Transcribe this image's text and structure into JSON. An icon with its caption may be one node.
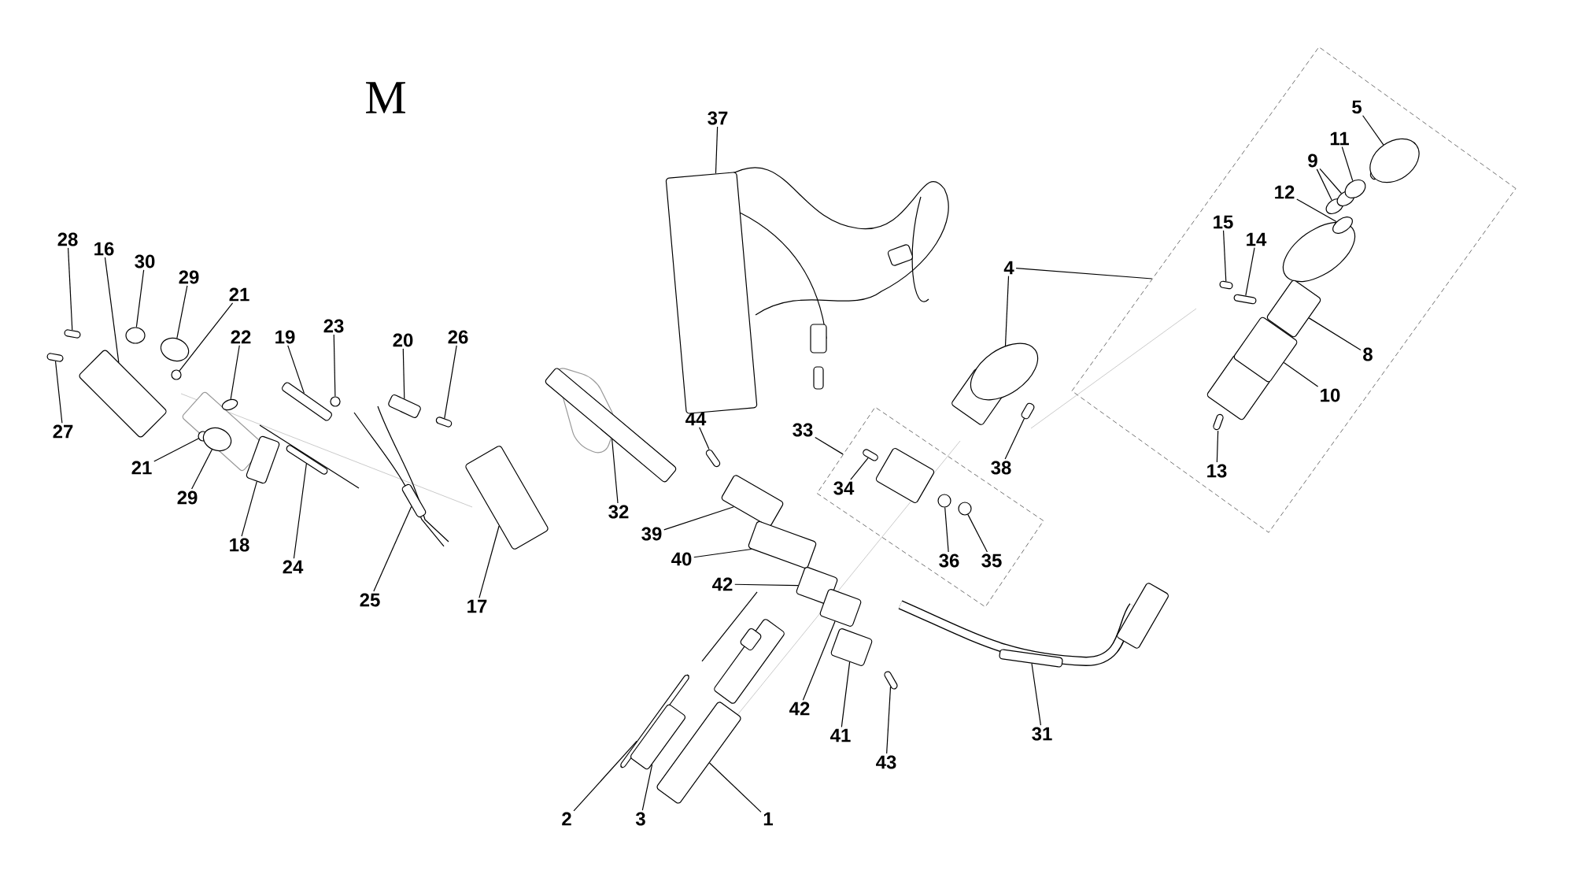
{
  "diagram": {
    "nodes": [
      {
        "text": [],
        "shape": "box"
      },
      {
        "text": [
          "5"
        ],
        "in": 0
      },
      {
        "text": [
          "11"
        ],
        "in": 0
      },
      {
        "text": [
          "9"
        ],
        "in": 0
      },
      {
        "text": [
          "12"
        ],
        "in": 0
      },
      {
        "text": [
          "15"
        ],
        "in": 0
      },
      {
        "text": [
          "14"
        ],
        "in": 0
      },
      {
        "text": [
          "8"
        ],
        "in": 0
      },
      {
        "text": [
          "10"
        ],
        "in": 0
      },
      {
        "text": [
          "13"
        ],
        "in": 0
      },
      {
        "text": [
          "37"
        ]
      },
      {
        "text": [
          "28"
        ]
      },
      {
        "text": [
          "16"
        ]
      },
      {
        "text": [
          "30"
        ]
      },
      {
        "text": [
          "29"
        ]
      },
      {
        "text": [
          "21"
        ]
      },
      {
        "text": [
          "4"
        ]
      },
      {
        "text": [
          "19"
        ]
      },
      {
        "text": [
          "23"
        ]
      },
      {
        "text": [
          "22"
        ]
      },
      {
        "text": [
          "20"
        ]
      },
      {
        "text": [
          "26"
        ]
      },
      {
        "text": [
          "27"
        ]
      },
      {
        "text": [],
        "shape": "box"
      },
      {
        "text": [
          "33"
        ]
      },
      {
        "text": [
          "34"
        ],
        "in": 23
      },
      {
        "text": [
          "36"
        ],
        "in": 23
      },
      {
        "text": [
          "35"
        ],
        "in": 23
      },
      {
        "text": [
          "44"
        ]
      },
      {
        "text": [
          "38"
        ]
      },
      {
        "text": [
          "21"
        ]
      },
      {
        "text": [
          "29"
        ]
      },
      {
        "text": [
          "18"
        ]
      },
      {
        "text": [
          "24"
        ]
      },
      {
        "text": [
          "32"
        ]
      },
      {
        "text": [
          "39"
        ]
      },
      {
        "text": [
          "40"
        ]
      },
      {
        "text": [
          "25"
        ]
      },
      {
        "text": [
          "17"
        ]
      },
      {
        "text": [
          "42"
        ]
      },
      {
        "text": [
          "42"
        ]
      },
      {
        "text": [
          "41"
        ]
      },
      {
        "text": [
          "31"
        ]
      },
      {
        "text": [
          "43"
        ]
      },
      {
        "text": [
          "1"
        ]
      },
      {
        "text": [
          "3"
        ]
      },
      {
        "text": [
          "2"
        ]
      },
      {
        "text": [],
        "shape": "box"
      },
      {
        "text": [],
        "shape": "box"
      },
      {
        "text": [],
        "shape": "box"
      },
      {
        "text": [],
        "shape": "circle"
      },
      {
        "text": [],
        "shape": "circle"
      },
      {
        "text": [],
        "shape": "circle"
      },
      {
        "text": [],
        "shape": "circle"
      },
      {
        "text": [],
        "shape": "circle"
      },
      {
        "text": [],
        "shape": "circle"
      },
      {
        "text": [],
        "shape": "box"
      },
      {
        "text": [],
        "shape": "box"
      },
      {
        "text": [],
        "shape": "box"
      },
      {
        "text": [],
        "shape": "circle"
      },
      {
        "text": [],
        "shape": "box"
      },
      {
        "text": [],
        "shape": "box"
      },
      {
        "text": [],
        "shape": "box"
      },
      {
        "text": [],
        "shape": "box"
      },
      {
        "text": [],
        "shape": "box"
      },
      {
        "text": [],
        "shape": "box"
      },
      {
        "text": [],
        "shape": "box"
      },
      {
        "text": [],
        "shape": "box"
      },
      {
        "text": [],
        "shape": "box"
      },
      {
        "text": [],
        "shape": "box"
      },
      {
        "text": [],
        "shape": "box"
      },
      {
        "text": [],
        "shape": "box"
      },
      {
        "text": [],
        "shape": "box"
      },
      {
        "text": [],
        "shape": "box"
      },
      {
        "text": [],
        "shape": "box"
      },
      {
        "text": [],
        "shape": "box",
        "in": 23
      },
      {
        "text": [],
        "shape": "box"
      },
      {
        "text": [],
        "shape": "circle",
        "in": 23
      },
      {
        "text": [],
        "shape": "circle",
        "in": 23
      },
      {
        "text": [],
        "shape": "circle"
      },
      {
        "text": [],
        "shape": "box"
      },
      {
        "text": [],
        "shape": "box"
      },
      {
        "text": [],
        "shape": "box",
        "in": 0
      },
      {
        "text": [],
        "shape": "box",
        "in": 0
      },
      {
        "text": [],
        "shape": "box",
        "in": 0
      },
      {
        "text": [],
        "shape": "box",
        "in": 0
      },
      {
        "text": [],
        "shape": "box",
        "in": 0
      },
      {
        "text": [],
        "shape": "circle",
        "in": 0
      },
      {
        "text": [],
        "shape": "circle",
        "in": 0
      },
      {
        "text": [],
        "shape": "circle",
        "in": 0
      },
      {
        "text": [],
        "shape": "circle",
        "in": 0
      },
      {
        "text": [],
        "shape": "circle",
        "in": 0
      }
    ],
    "edges": [
      {
        "from": 1,
        "to": 91,
        "arrow": "none"
      },
      {
        "from": 2,
        "to": 90,
        "arrow": "none"
      },
      {
        "from": 3,
        "to": 87,
        "arrow": "none"
      },
      {
        "from": 3,
        "to": 89,
        "arrow": "none"
      },
      {
        "from": 4,
        "to": 88,
        "arrow": "none"
      },
      {
        "from": 5,
        "to": 83,
        "arrow": "none"
      },
      {
        "from": 6,
        "to": 84,
        "arrow": "none"
      },
      {
        "from": 7,
        "to": 86,
        "arrow": "none"
      },
      {
        "from": 8,
        "to": 85,
        "arrow": "none"
      },
      {
        "from": 9,
        "to": 82,
        "arrow": "none"
      },
      {
        "from": 10,
        "to": 68,
        "arrow": "none"
      },
      {
        "from": 11,
        "to": 48,
        "arrow": "none"
      },
      {
        "from": 12,
        "to": 49,
        "arrow": "none"
      },
      {
        "from": 13,
        "to": 50,
        "arrow": "none"
      },
      {
        "from": 14,
        "to": 52,
        "arrow": "none"
      },
      {
        "from": 15,
        "to": 51,
        "arrow": "none"
      },
      {
        "from": 16,
        "to": 79,
        "arrow": "none"
      },
      {
        "from": 16,
        "to": 0,
        "arrow": "none"
      },
      {
        "from": 17,
        "to": 57,
        "arrow": "none"
      },
      {
        "from": 18,
        "to": 59,
        "arrow": "none"
      },
      {
        "from": 19,
        "to": 55,
        "arrow": "none"
      },
      {
        "from": 20,
        "to": 60,
        "arrow": "none"
      },
      {
        "from": 21,
        "to": 62,
        "arrow": "none"
      },
      {
        "from": 22,
        "to": 47,
        "arrow": "none"
      },
      {
        "from": 24,
        "to": 23,
        "arrow": "none"
      },
      {
        "from": 25,
        "to": 75,
        "arrow": "none"
      },
      {
        "from": 26,
        "to": 77,
        "arrow": "none"
      },
      {
        "from": 27,
        "to": 78,
        "arrow": "none"
      },
      {
        "from": 28,
        "to": 69,
        "arrow": "none"
      },
      {
        "from": 29,
        "to": 80,
        "arrow": "none"
      },
      {
        "from": 30,
        "to": 53,
        "arrow": "none"
      },
      {
        "from": 31,
        "to": 54,
        "arrow": "none"
      },
      {
        "from": 32,
        "to": 56,
        "arrow": "none"
      },
      {
        "from": 33,
        "to": 58,
        "arrow": "none"
      },
      {
        "from": 34,
        "to": 64,
        "arrow": "none"
      },
      {
        "from": 35,
        "to": 70,
        "arrow": "none"
      },
      {
        "from": 36,
        "to": 71,
        "arrow": "none"
      },
      {
        "from": 37,
        "to": 61,
        "arrow": "none"
      },
      {
        "from": 38,
        "to": 63,
        "arrow": "none"
      },
      {
        "from": 39,
        "to": 72,
        "arrow": "none"
      },
      {
        "from": 40,
        "to": 73,
        "arrow": "none"
      },
      {
        "from": 41,
        "to": 74,
        "arrow": "none"
      },
      {
        "from": 42,
        "to": 81,
        "arrow": "none"
      },
      {
        "from": 43,
        "to": 76,
        "arrow": "none"
      },
      {
        "from": 44,
        "to": 67,
        "arrow": "none"
      },
      {
        "from": 45,
        "to": 66,
        "arrow": "none"
      },
      {
        "from": 46,
        "to": 65,
        "arrow": "none"
      }
    ],
    "labels": [
      "M"
    ]
  }
}
